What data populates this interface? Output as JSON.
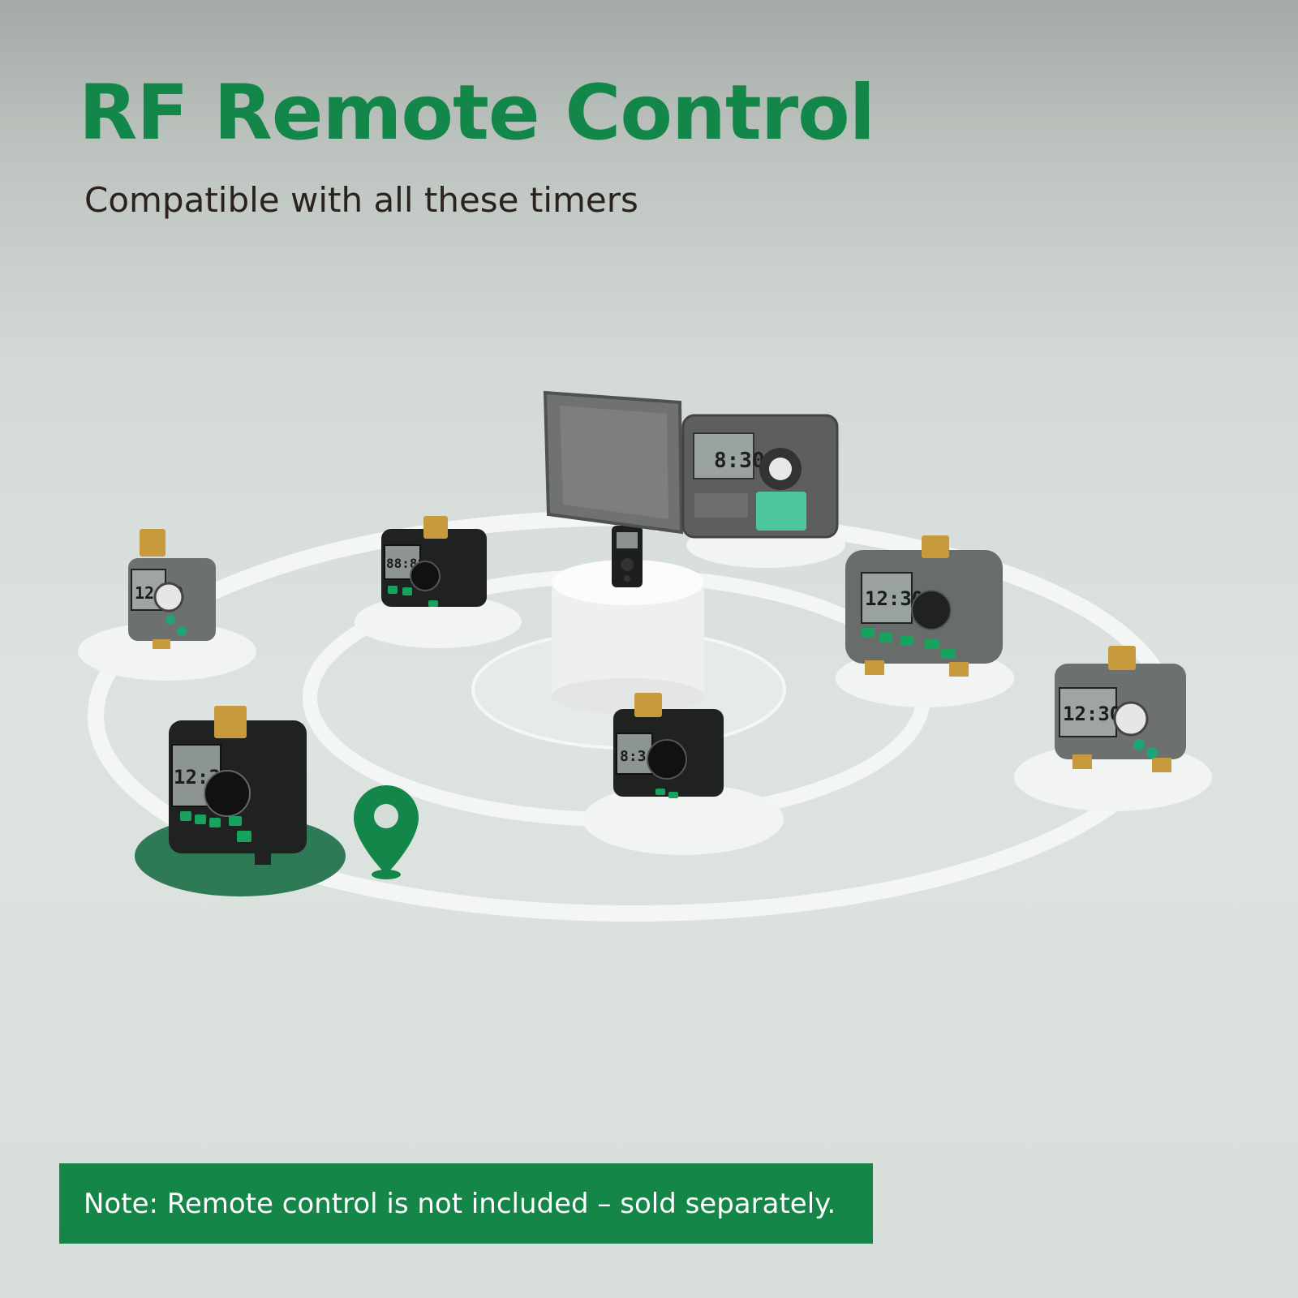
{
  "headline": "RF Remote Control",
  "subheadline": "Compatible with all these timers",
  "note": "Note: Remote control is not included – sold separately.",
  "colors": {
    "brand_green": "#13864a",
    "note_background": "#138648",
    "disc_highlight": "#2e7a57"
  },
  "devices": {
    "controller_display": "8:30",
    "timer_display": "12:30"
  },
  "icons": {
    "wireless": "wifi-signal-icon",
    "location": "location-pin-icon"
  }
}
